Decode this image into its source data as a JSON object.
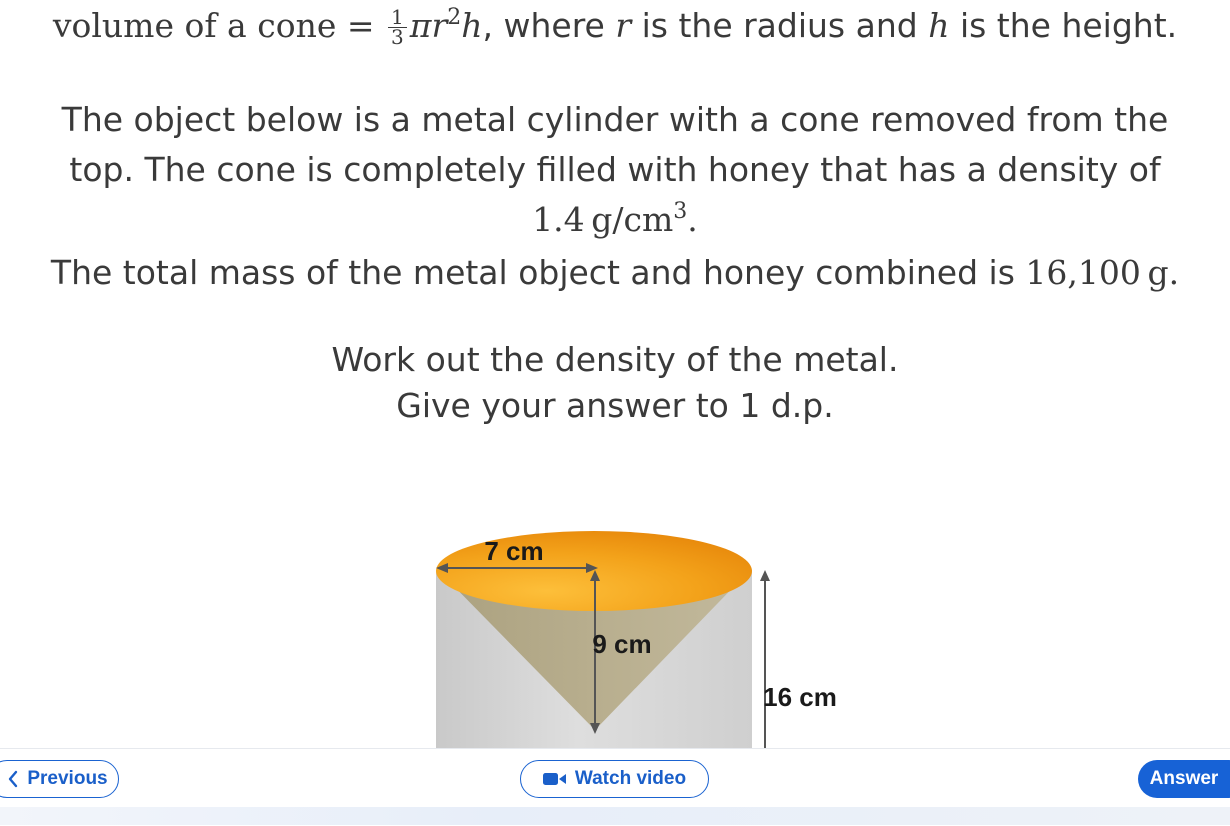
{
  "formula": {
    "lhs": "volume of a cone",
    "equals": "=",
    "frac_num": "1",
    "frac_den": "3",
    "pi": "π",
    "r": "r",
    "r_exp": "2",
    "h": "h",
    "comma": ",",
    "where_text": " where ",
    "radius_text": " is the radius and ",
    "height_text": " is the height."
  },
  "description": {
    "line1": "The object below is a metal cylinder with a cone removed from the",
    "line2": "top. The cone is completely filled with honey that has a density of",
    "density_value": "1.4",
    "density_unit": "g/cm",
    "density_exp": "3",
    "density_end": ".",
    "mass_text": "The total mass of the metal object and honey combined is ",
    "mass_value": "16,100",
    "mass_unit": "g."
  },
  "task": {
    "line1": "Work out the density of the metal.",
    "line2": "Give your answer to 1 d.p."
  },
  "diagram": {
    "radius_label": "7 cm",
    "cone_height_label": "9 cm",
    "cylinder_height_label": "16 cm",
    "colors": {
      "cylinder": "#d4d4d4",
      "honey": "#f3a21a",
      "cone": "#b3a988",
      "arrow": "#555555"
    }
  },
  "nav": {
    "previous_label": "Previous",
    "previous_icon": "chevron-left-icon",
    "video_label": "Watch video",
    "video_icon": "video-camera-icon",
    "answer_label": "Answer",
    "accent": "#1762d6"
  }
}
